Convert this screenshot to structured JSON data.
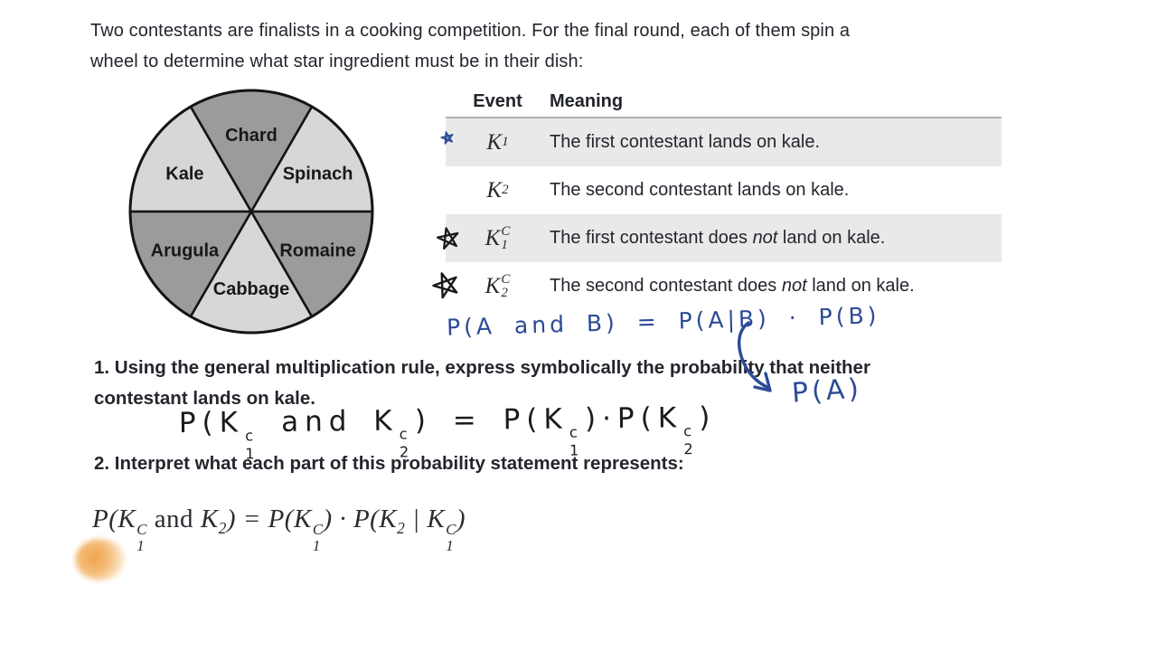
{
  "intro": {
    "line1": "Two contestants are finalists in a cooking competition. For the final round, each of them spin a",
    "line2": "wheel to determine what star ingredient must be in their dish:"
  },
  "wheel": {
    "outline_color": "#141518",
    "label_color": "#17181a",
    "segments": [
      {
        "label": "Kale",
        "start_deg": 120,
        "end_deg": 180,
        "color": "#d7d7d7"
      },
      {
        "label": "Chard",
        "start_deg": 60,
        "end_deg": 120,
        "color": "#9b9b9b"
      },
      {
        "label": "Spinach",
        "start_deg": 0,
        "end_deg": 60,
        "color": "#d7d7d7"
      },
      {
        "label": "Arugula",
        "start_deg": 180,
        "end_deg": 240,
        "color": "#9b9b9b"
      },
      {
        "label": "Cabbage",
        "start_deg": 240,
        "end_deg": 300,
        "color": "#d7d7d7"
      },
      {
        "label": "Romaine",
        "start_deg": 300,
        "end_deg": 360,
        "color": "#9b9b9b"
      }
    ]
  },
  "table": {
    "headers": [
      "Event",
      "Meaning"
    ],
    "shaded_row_color": "#e9e9e9",
    "rows": [
      {
        "event": [
          {
            "t": "K"
          },
          {
            "sub": "1"
          }
        ],
        "meaning": [
          {
            "t": "The first contestant lands on kale."
          }
        ],
        "shaded": true,
        "mark": "blue-star-scribble"
      },
      {
        "event": [
          {
            "t": "K"
          },
          {
            "sub": "2"
          }
        ],
        "meaning": [
          {
            "t": "The second contestant lands on kale."
          }
        ],
        "shaded": false,
        "mark": null
      },
      {
        "event": [
          {
            "t": "K"
          },
          {
            "sup": "C",
            "sub": "1"
          }
        ],
        "meaning": [
          {
            "t": "The first contestant does "
          },
          {
            "t": "not",
            "i": true
          },
          {
            "t": " land on kale."
          }
        ],
        "shaded": true,
        "mark": "black-star"
      },
      {
        "event": [
          {
            "t": "K"
          },
          {
            "sup": "C",
            "sub": "2"
          }
        ],
        "meaning": [
          {
            "t": "The second contestant does "
          },
          {
            "t": "not",
            "i": true
          },
          {
            "t": " land on kale."
          }
        ],
        "shaded": false,
        "mark": "black-star"
      }
    ]
  },
  "annotations": {
    "ink_blue": "#2c4a96",
    "ink_black": "#1a1b1e",
    "rule_formula": "P(A and B) = P(A|B) · P(B)",
    "p_of_a": "P(A)",
    "work_formula": [
      {
        "t": "P(K"
      },
      {
        "sup": "c",
        "sub": "1"
      },
      {
        "t": " and K"
      },
      {
        "sup": "c",
        "sub": "2"
      },
      {
        "t": ") = P(K"
      },
      {
        "sup": "c",
        "sub": "1"
      },
      {
        "t": ")·P(K"
      },
      {
        "sup": "c",
        "sub": "2"
      },
      {
        "t": ")"
      }
    ]
  },
  "questions": {
    "q1_line1": "1. Using the general multiplication rule, express symbolically the probability that neither",
    "q1_line2": "contestant lands on kale.",
    "q2": "2. Interpret what each part of this probability statement represents:"
  },
  "display_formula": [
    {
      "t": "P(K"
    },
    {
      "sup": "C",
      "sub": "1"
    },
    {
      "t": " "
    },
    {
      "t": "and",
      "rm": true
    },
    {
      "t": " K"
    },
    {
      "sub": "2"
    },
    {
      "t": ") = P(K"
    },
    {
      "sup": "C",
      "sub": "1"
    },
    {
      "t": ") · P(K"
    },
    {
      "sub": "2"
    },
    {
      "t": " | K"
    },
    {
      "sup": "C",
      "sub": "1"
    },
    {
      "t": ")"
    }
  ]
}
